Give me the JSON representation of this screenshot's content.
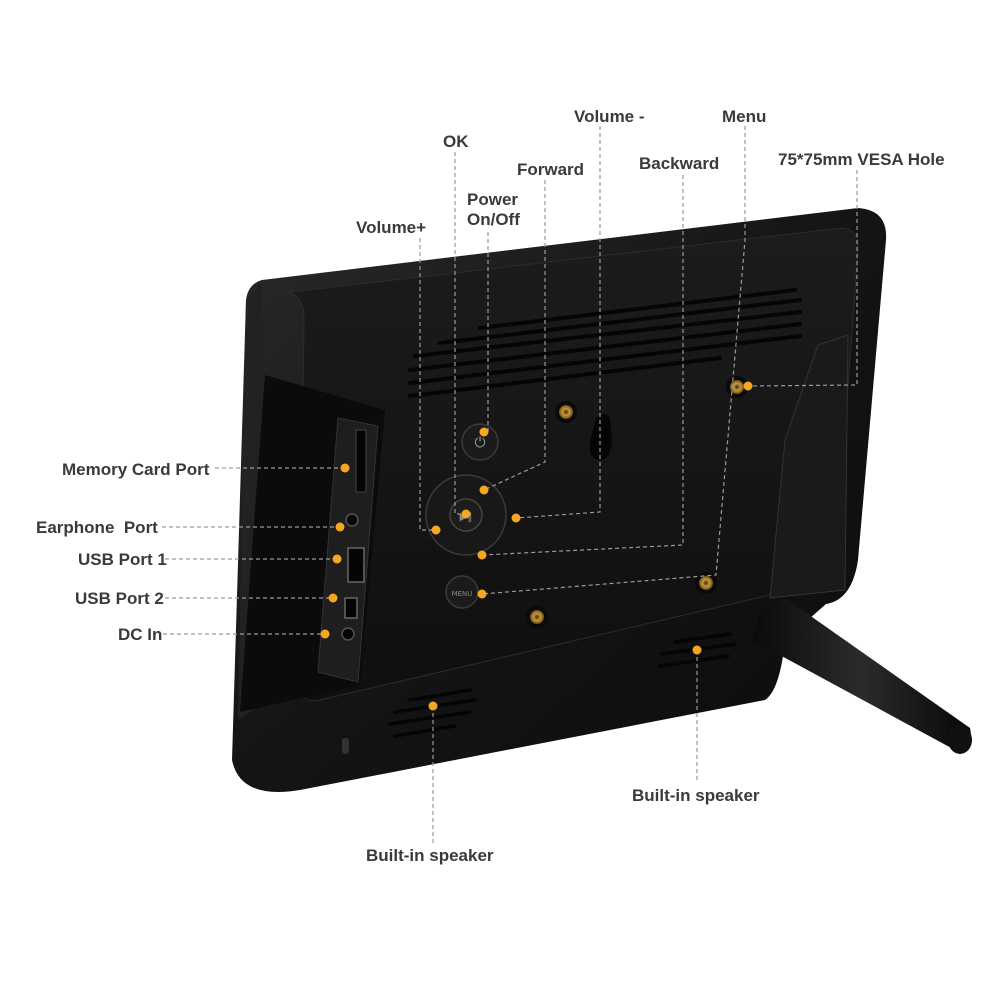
{
  "labels": {
    "volume_plus": "Volume+",
    "ok": "OK",
    "power_line1": "Power",
    "power_line2": "On/Off",
    "forward": "Forward",
    "volume_minus": "Volume -",
    "backward": "Backward",
    "menu": "Menu",
    "vesa_hole": "75*75mm VESA Hole",
    "memory_card_port": "Memory Card Port",
    "earphone_port": "Earphone  Port",
    "usb_port_1": "USB Port 1",
    "usb_port_2": "USB Port 2",
    "dc_in": "DC In",
    "speaker_left": "Built-in speaker",
    "speaker_right": "Built-in speaker"
  },
  "button_marks": {
    "menu": "MENU"
  },
  "colors": {
    "callout_dot": "#f5a623",
    "device_body": "#151515",
    "leader_line": "#9a9a9a",
    "label_text": "#3a3a3a"
  }
}
